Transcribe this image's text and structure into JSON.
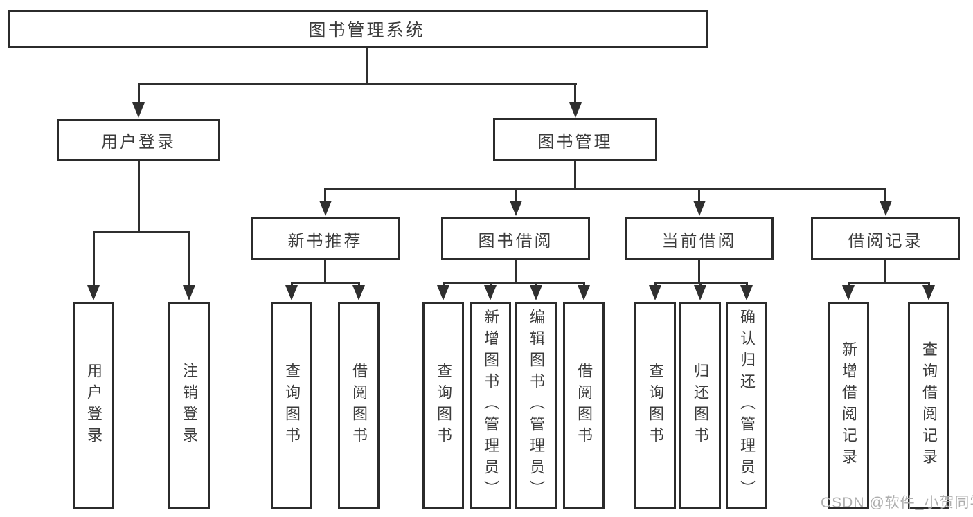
{
  "colors": {
    "line": "#2f2f2f",
    "box_border": "#2b2b2b",
    "box_fill": "#ffffff",
    "text": "#3c3c3c",
    "watermark": "#adadad"
  },
  "watermark": {
    "text": "CSDN @软件_小贺同学"
  },
  "tree": {
    "label": "图书管理系统",
    "children": [
      {
        "label": "用户登录",
        "children": [
          {
            "label": "用户登录"
          },
          {
            "label": "注销登录"
          }
        ]
      },
      {
        "label": "图书管理",
        "children": [
          {
            "label": "新书推荐",
            "children": [
              {
                "label": "查询图书"
              },
              {
                "label": "借阅图书"
              }
            ]
          },
          {
            "label": "图书借阅",
            "children": [
              {
                "label": "查询图书"
              },
              {
                "label": "新增图书（管理员）"
              },
              {
                "label": "编辑图书（管理员）"
              },
              {
                "label": "借阅图书"
              }
            ]
          },
          {
            "label": "当前借阅",
            "children": [
              {
                "label": "查询图书"
              },
              {
                "label": "归还图书"
              },
              {
                "label": "确认归还（管理员）"
              }
            ]
          },
          {
            "label": "借阅记录",
            "children": [
              {
                "label": "新增借阅记录"
              },
              {
                "label": "查询借阅记录"
              }
            ]
          }
        ]
      }
    ]
  }
}
